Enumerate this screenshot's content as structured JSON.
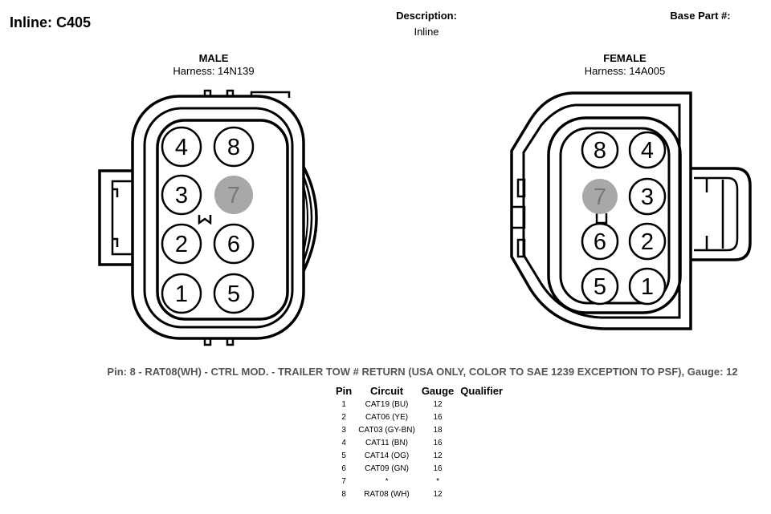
{
  "header": {
    "title": "Inline: C405",
    "description_label": "Description:",
    "description_value": "Inline",
    "base_part_label": "Base Part #:"
  },
  "male": {
    "title": "MALE",
    "harness": "Harness: 14N139",
    "pins": [
      "4",
      "8",
      "3",
      "7",
      "2",
      "6",
      "1",
      "5"
    ],
    "highlighted_pin": "7"
  },
  "female": {
    "title": "FEMALE",
    "harness": "Harness: 14A005",
    "pins": [
      "8",
      "4",
      "7",
      "3",
      "6",
      "2",
      "5",
      "1"
    ],
    "highlighted_pin": "7"
  },
  "pin_info": "Pin: 8 - RAT08(WH) - CTRL MOD. - TRAILER TOW # RETURN (USA ONLY, COLOR TO SAE 1239  EXCEPTION TO PSF), Gauge: 12",
  "table": {
    "headers": [
      "Pin",
      "Circuit",
      "Gauge",
      "Qualifier"
    ],
    "rows": [
      {
        "pin": "1",
        "circuit": "CAT19 (BU)",
        "gauge": "12",
        "qualifier": ""
      },
      {
        "pin": "2",
        "circuit": "CAT06 (YE)",
        "gauge": "16",
        "qualifier": ""
      },
      {
        "pin": "3",
        "circuit": "CAT03 (GY-BN)",
        "gauge": "18",
        "qualifier": ""
      },
      {
        "pin": "4",
        "circuit": "CAT11 (BN)",
        "gauge": "16",
        "qualifier": ""
      },
      {
        "pin": "5",
        "circuit": "CAT14 (OG)",
        "gauge": "12",
        "qualifier": ""
      },
      {
        "pin": "6",
        "circuit": "CAT09 (GN)",
        "gauge": "16",
        "qualifier": ""
      },
      {
        "pin": "7",
        "circuit": "*",
        "gauge": "*",
        "qualifier": ""
      },
      {
        "pin": "8",
        "circuit": "RAT08 (WH)",
        "gauge": "12",
        "qualifier": ""
      }
    ]
  },
  "colors": {
    "highlight_fill": "#a8a8a8",
    "highlight_text": "#777777",
    "pin_info_text": "#555555"
  }
}
